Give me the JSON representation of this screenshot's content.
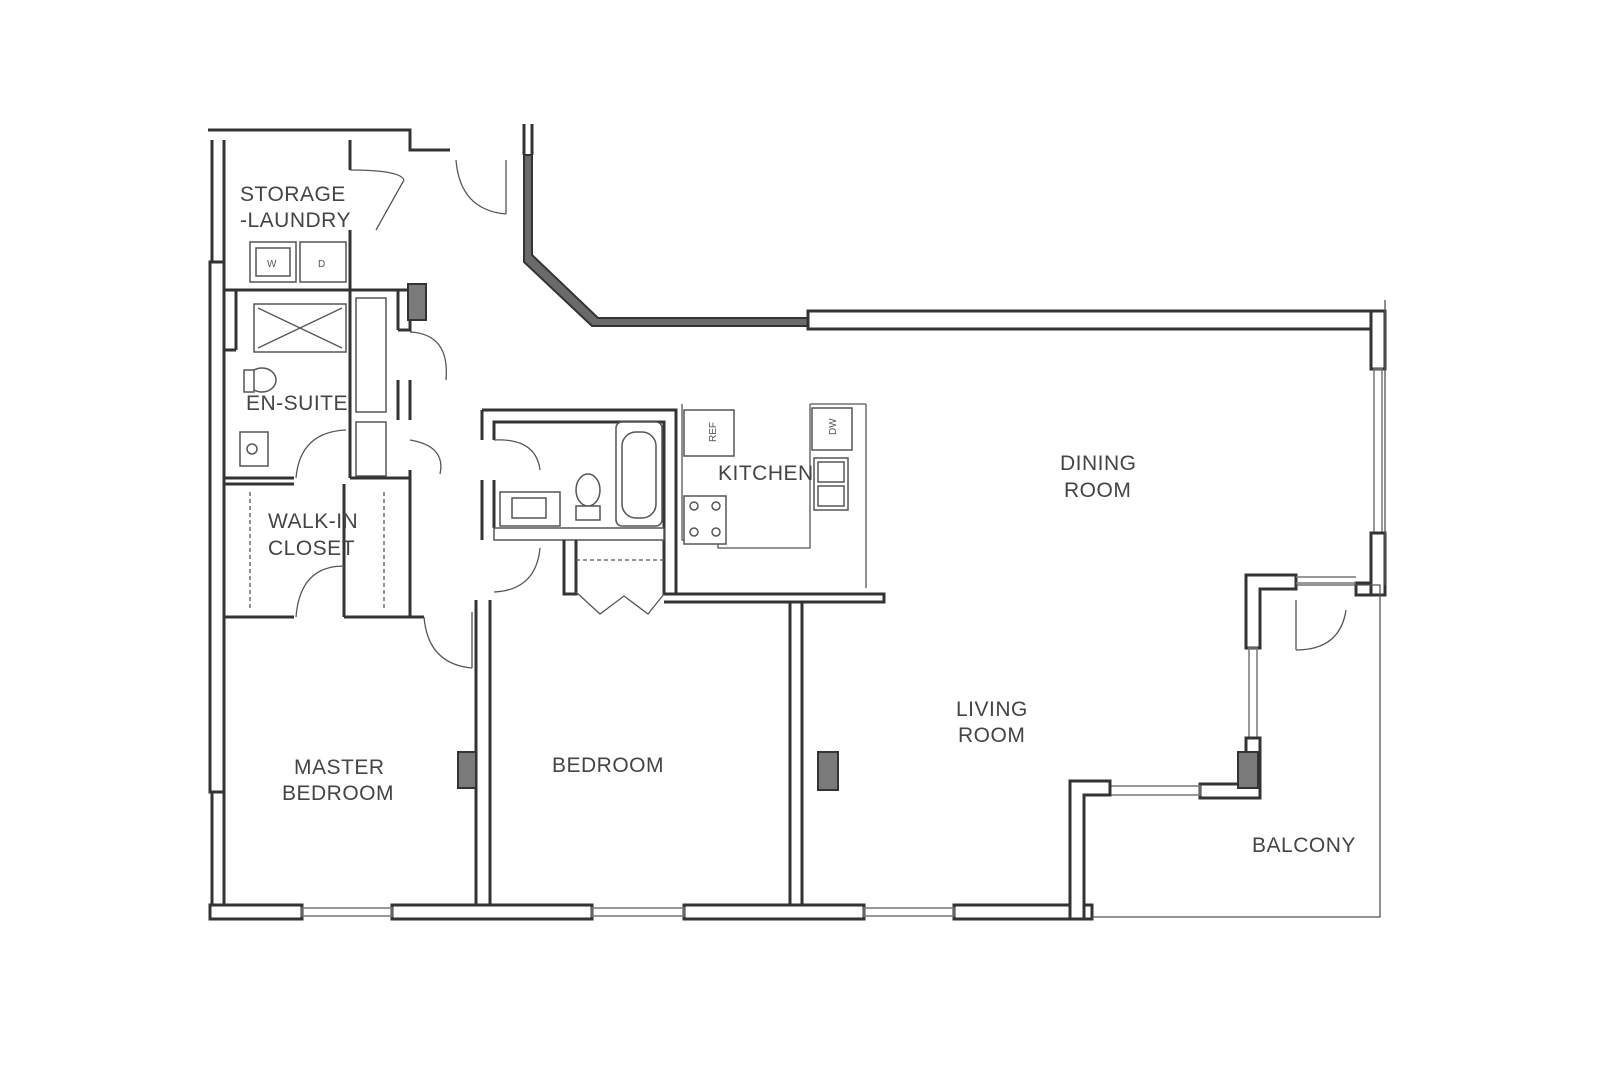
{
  "rooms": {
    "storage_laundry": [
      "STORAGE",
      "-LAUNDRY"
    ],
    "en_suite": "EN-SUITE",
    "walk_in_closet": [
      "WALK-IN",
      "CLOSET"
    ],
    "kitchen": "KITCHEN",
    "dining_room": [
      "DINING",
      "ROOM"
    ],
    "living_room": [
      "LIVING",
      "ROOM"
    ],
    "master_bedroom": [
      "MASTER",
      "BEDROOM"
    ],
    "bedroom": "BEDROOM",
    "balcony": "BALCONY"
  },
  "appliances": {
    "washer": "W",
    "dryer": "D",
    "refrigerator": "REF",
    "dishwasher": "DW"
  }
}
